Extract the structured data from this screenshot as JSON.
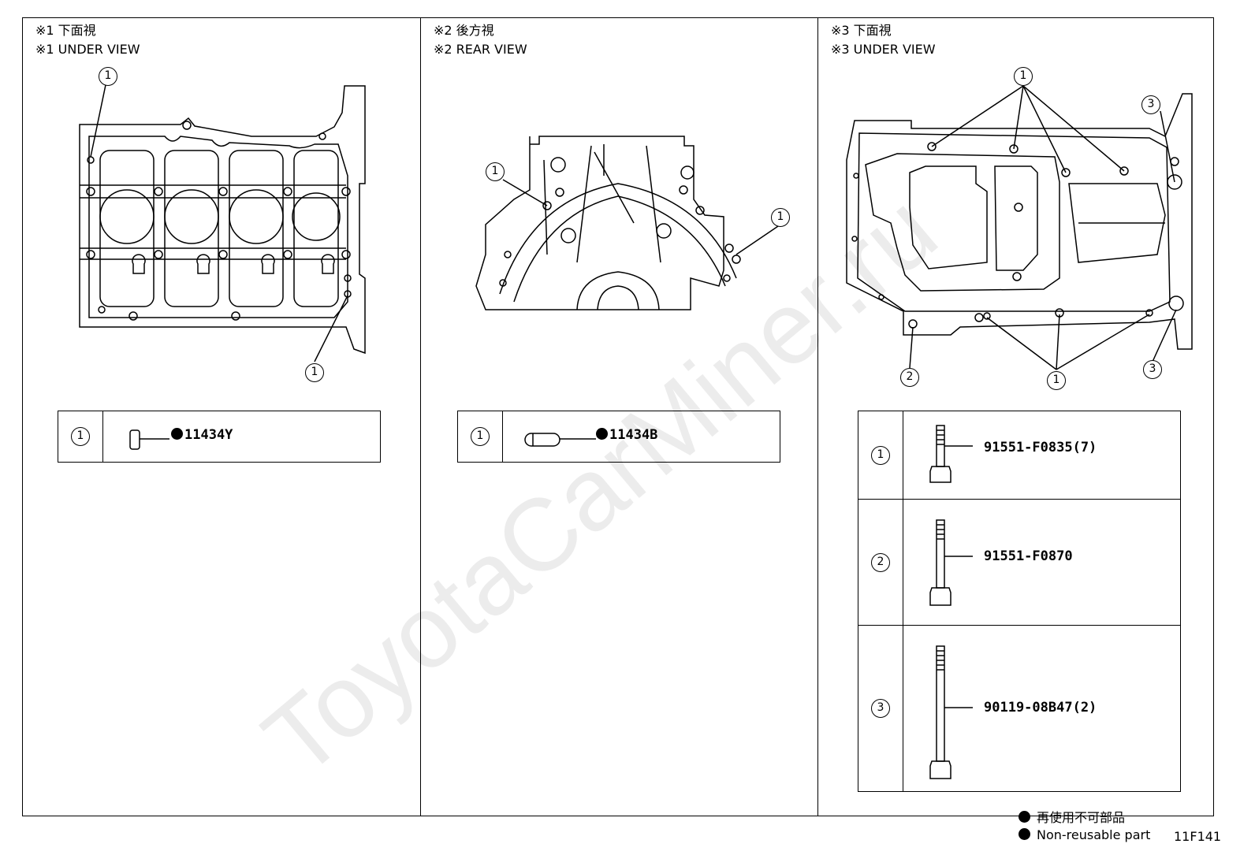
{
  "panels": [
    {
      "title_jp": "※1 下面視",
      "title_en": "※1 UNDER VIEW",
      "callouts": [
        "1",
        "1"
      ],
      "parts": [
        {
          "ref": "1",
          "part_no": "11434Y",
          "non_reusable": true
        }
      ]
    },
    {
      "title_jp": "※2 後方視",
      "title_en": "※2 REAR VIEW",
      "callouts": [
        "1",
        "1"
      ],
      "parts": [
        {
          "ref": "1",
          "part_no": "11434B",
          "non_reusable": true
        }
      ]
    },
    {
      "title_jp": "※3 下面視",
      "title_en": "※3 UNDER VIEW",
      "callouts": [
        "1",
        "3",
        "2",
        "1",
        "3"
      ],
      "parts": [
        {
          "ref": "1",
          "part_no": "91551-F0835(7)",
          "non_reusable": false
        },
        {
          "ref": "2",
          "part_no": "91551-F0870",
          "non_reusable": false
        },
        {
          "ref": "3",
          "part_no": "90119-08B47(2)",
          "non_reusable": false
        }
      ]
    }
  ],
  "legend": {
    "jp": "再使用不可部品",
    "en": "Non-reusable part"
  },
  "diagram_code": "11F141",
  "watermark": "ToyotaCarMiner.ru"
}
